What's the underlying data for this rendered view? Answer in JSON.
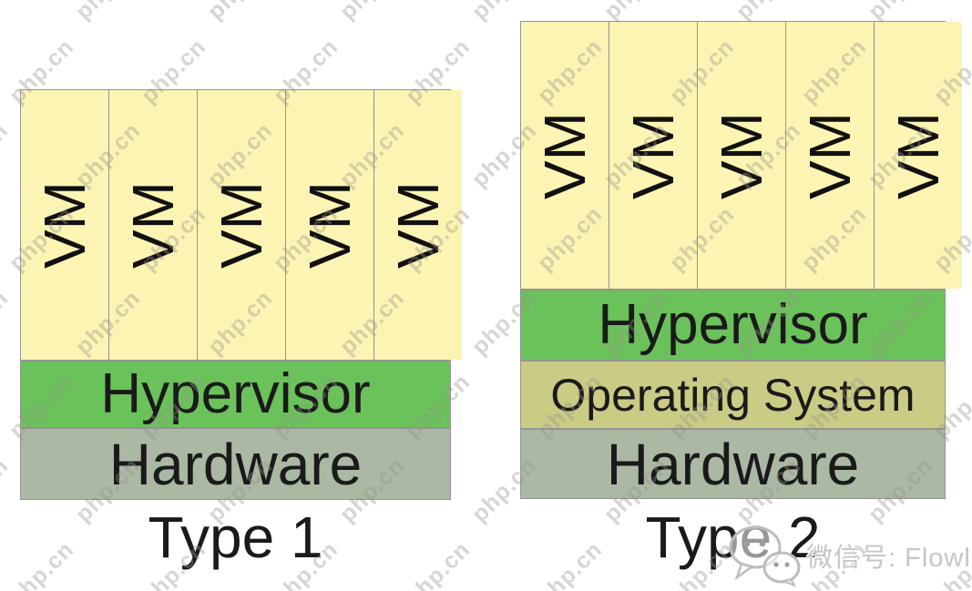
{
  "watermark": {
    "text": "php.cn"
  },
  "diagram_type1": {
    "caption": "Type 1",
    "vm_label": "VM",
    "layer_hypervisor": "Hypervisor",
    "layer_hardware": "Hardware"
  },
  "diagram_type2": {
    "caption": "Type 2",
    "vm_label": "VM",
    "layer_hypervisor": "Hypervisor",
    "layer_os": "Operating System",
    "layer_hardware": "Hardware"
  },
  "badge": {
    "text": "微信号: Flowlet"
  },
  "colors": {
    "vm_fill": "#FCF4B3",
    "hypervisor_fill": "#6BC25B",
    "os_fill": "#CACB84",
    "hardware_fill": "#AAB8A4",
    "stroke": "#949494",
    "text": "#1A1A1A"
  }
}
